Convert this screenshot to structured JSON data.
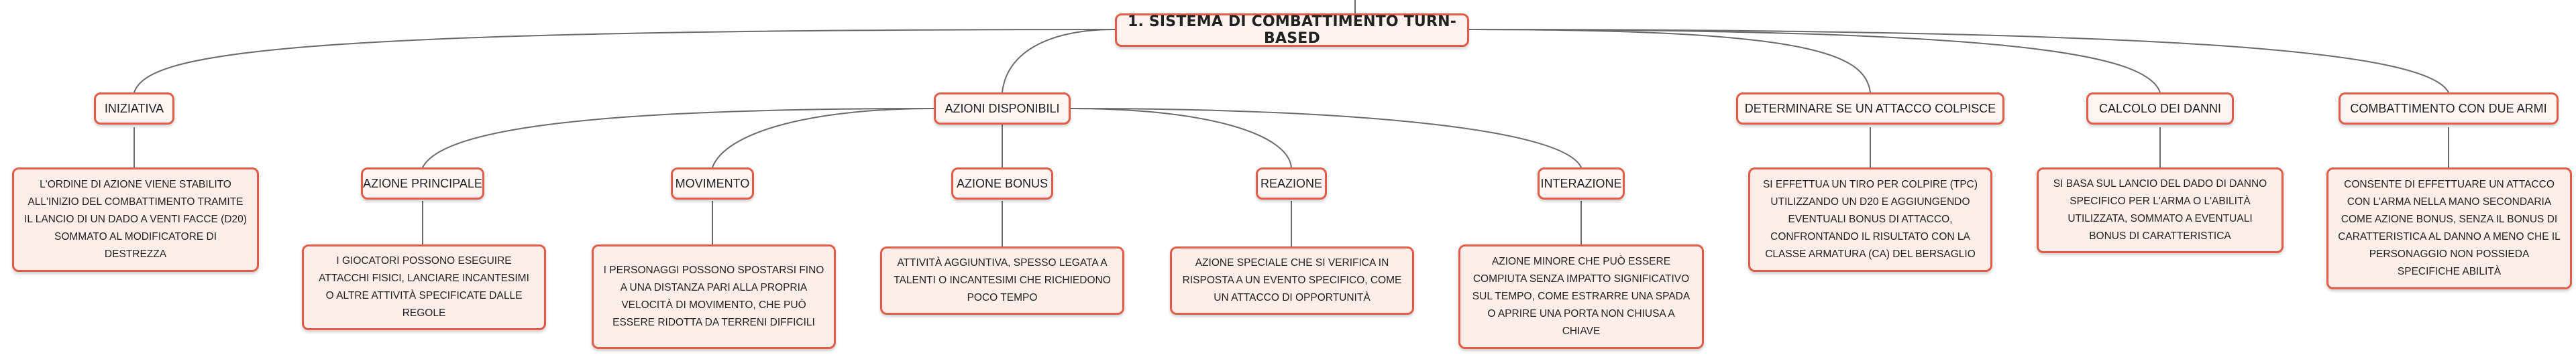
{
  "root": {
    "label": "1. SISTEMA DI COMBATTIMENTO TURN-BASED"
  },
  "topics": {
    "iniziativa": "INIZIATIVA",
    "azioni": "AZIONI DISPONIBILI",
    "attacco": "DETERMINARE SE UN ATTACCO COLPISCE",
    "danni": "CALCOLO DEI DANNI",
    "due_armi": "COMBATTIMENTO CON DUE ARMI",
    "principale": "AZIONE PRINCIPALE",
    "movimento": "MOVIMENTO",
    "bonus": "AZIONE BONUS",
    "reazione": "REAZIONE",
    "interazione": "INTERAZIONE"
  },
  "notes": {
    "iniziativa": "L'ORDINE DI AZIONE VIENE STABILITO ALL'INIZIO DEL COMBATTIMENTO TRAMITE IL LANCIO DI UN DADO A VENTI FACCE (D20) SOMMATO AL MODIFICATORE DI DESTREZZA",
    "principale": "I GIOCATORI POSSONO ESEGUIRE ATTACCHI FISICI, LANCIARE INCANTESIMI O ALTRE ATTIVITÀ SPECIFICATE DALLE REGOLE",
    "movimento": "I PERSONAGGI POSSONO SPOSTARSI FINO A UNA DISTANZA PARI ALLA PROPRIA VELOCITÀ DI MOVIMENTO, CHE PUÒ ESSERE RIDOTTA DA TERRENI DIFFICILI",
    "bonus": "ATTIVITÀ AGGIUNTIVA, SPESSO LEGATA A TALENTI O INCANTESIMI CHE RICHIEDONO POCO TEMPO",
    "reazione": "AZIONE SPECIALE CHE SI VERIFICA IN RISPOSTA A UN EVENTO SPECIFICO, COME UN ATTACCO DI OPPORTUNITÀ",
    "interazione": "AZIONE MINORE CHE PUÒ ESSERE COMPIUTA SENZA IMPATTO SIGNIFICATIVO SUL TEMPO, COME ESTRARRE UNA SPADA O APRIRE UNA PORTA NON CHIUSA A CHIAVE",
    "attacco": "SI EFFETTUA UN TIRO PER COLPIRE (TPC) UTILIZZANDO UN D20 E AGGIUNGENDO EVENTUALI BONUS DI ATTACCO, CONFRONTANDO IL RISULTATO CON LA CLASSE ARMATURA (CA) DEL BERSAGLIO",
    "danni": "SI BASA SUL LANCIO DEL DADO DI DANNO SPECIFICO PER L'ARMA O L'ABILITÀ UTILIZZATA, SOMMATO A EVENTUALI BONUS DI CARATTERISTICA",
    "due_armi": "CONSENTE DI EFFETTUARE UN ATTACCO CON L'ARMA NELLA MANO SECONDARIA COME AZIONE BONUS, SENZA IL BONUS DI CARATTERISTICA AL DANNO A MENO CHE IL PERSONAGGIO NON POSSIEDA SPECIFICHE ABILITÀ"
  },
  "colors": {
    "border": "#e25c47",
    "line": "#6b6b6b",
    "root_fill": "#fdf2ee",
    "note_fill": "#fdeee9"
  }
}
